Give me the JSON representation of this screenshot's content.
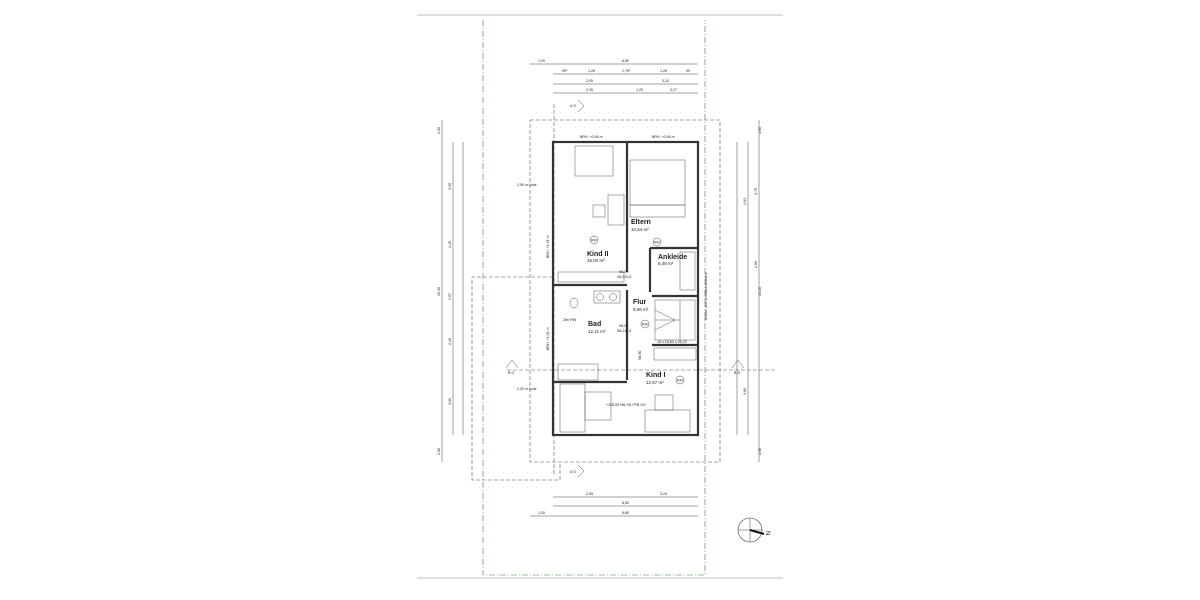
{
  "rooms": {
    "kind2": {
      "name": "Kind II",
      "area": "16,04 m²"
    },
    "eltern": {
      "name": "Eltern",
      "area": "10,54 m²"
    },
    "ankleide": {
      "name": "Ankleide",
      "area": "5,48 m²"
    },
    "flur": {
      "name": "Flur",
      "area": "9,06 m²"
    },
    "bad": {
      "name": "Bad",
      "area": "12,11 m²"
    },
    "kind1": {
      "name": "Kind I",
      "area": "12,57 m²"
    }
  },
  "annotations": {
    "brh_top": "BRH. +0,56 m",
    "brh_side": "BRH. +1,01 m",
    "line_2m": "2,00 m Linie",
    "rw": "Zter RW",
    "door": "WL90",
    "door_h": "WL213,5",
    "stair": "15 x 18,83 x 26,23",
    "level": "+226,05 NN OK FFB OG",
    "firewall": "Brand- und Schallschutzwand",
    "rm": "RM",
    "section_a": "A G",
    "section_b": "B G",
    "north": "N"
  },
  "dimensions": {
    "top": [
      "1,00",
      "8,80",
      "99⁵",
      "1,26",
      "1,75⁵",
      "1,26",
      "99",
      "2,95",
      "3,24",
      "2,95",
      "1,20",
      "3,27"
    ],
    "bottom": [
      "2,95",
      "3,24",
      "8,65",
      "1,00",
      "8,80"
    ],
    "left": [
      "1,00",
      "3,05",
      "2,26",
      "1,57",
      "2,26",
      "3,60",
      "15,30",
      "1,00"
    ],
    "right": [
      "1,00",
      "4,63",
      "3,76",
      "2,60",
      "3,60",
      "15,30",
      "1,00"
    ]
  }
}
